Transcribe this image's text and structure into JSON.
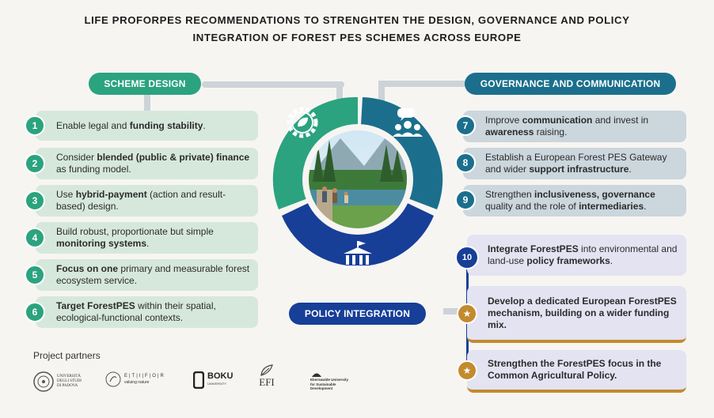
{
  "title": {
    "line1": "LIFE PROFORPES RECOMMENDATIONS TO STRENGHTEN THE DESIGN, GOVERNANCE AND POLICY",
    "line2": "INTEGRATION OF FOREST PES SCHEMES ACROSS EUROPE"
  },
  "sections": {
    "scheme": "SCHEME DESIGN",
    "governance": "GOVERNANCE AND COMMUNICATION",
    "policy": "POLICY INTEGRATION"
  },
  "scheme_items": [
    {
      "num": "1",
      "parts": [
        "Enable legal and ",
        "funding stability",
        "."
      ]
    },
    {
      "num": "2",
      "parts": [
        "Consider ",
        "blended (public & private) finance",
        " as funding model."
      ]
    },
    {
      "num": "3",
      "parts": [
        "Use ",
        "hybrid-payment",
        " (action and result-based) design."
      ]
    },
    {
      "num": "4",
      "parts": [
        "Build robust, proportionate but simple ",
        "monitoring systems",
        "."
      ]
    },
    {
      "num": "5",
      "parts": [
        "",
        "Focus on one",
        " primary and measurable forest ecosystem service."
      ]
    },
    {
      "num": "6",
      "parts": [
        "",
        "Target ForestPES",
        " within their spatial, ecological-functional contexts."
      ]
    }
  ],
  "governance_items": [
    {
      "num": "7",
      "parts": [
        "Improve ",
        "communication",
        " and invest in ",
        "awareness",
        " raising."
      ]
    },
    {
      "num": "8",
      "parts": [
        "Establish a European Forest PES Gateway and wider ",
        "support infrastructure",
        "."
      ]
    },
    {
      "num": "9",
      "parts": [
        "Strengthen ",
        "inclusiveness, governance",
        " quality and the role of ",
        "intermediaries",
        "."
      ]
    }
  ],
  "policy_items": [
    {
      "num": "10",
      "parts": [
        "",
        "Integrate ForestPES",
        " into environmental and land-use ",
        "policy frameworks",
        "."
      ]
    },
    {
      "num": "★",
      "parts": [
        "",
        "Develop a dedicated European ForestPES mechanism, building on a wider funding mix."
      ]
    },
    {
      "num": "★",
      "parts": [
        "",
        "Strengthen the ForestPES focus in the Common Agricultural Policy."
      ]
    }
  ],
  "partners": {
    "label": "Project partners",
    "logos": [
      {
        "name": "Università degli Studi di Padova",
        "lines": [
          "UNIVERSITÀ",
          "DEGLI STUDI",
          "DI PADOVA"
        ]
      },
      {
        "name": "ETIFOR",
        "lines": [
          "E|T|I|F|O|R",
          "valuing nature"
        ]
      },
      {
        "name": "BOKU",
        "lines": [
          "BOKU",
          "UNIVERSITY"
        ]
      },
      {
        "name": "EFI",
        "lines": [
          "EFI"
        ]
      },
      {
        "name": "Eberswalde University",
        "lines": [
          "Eberswalde University",
          "for Sustainable",
          "Development"
        ]
      }
    ]
  },
  "colors": {
    "green": "#2ba37e",
    "teal": "#1b6f8d",
    "navy": "#173f98",
    "gold": "#c38a2e"
  }
}
